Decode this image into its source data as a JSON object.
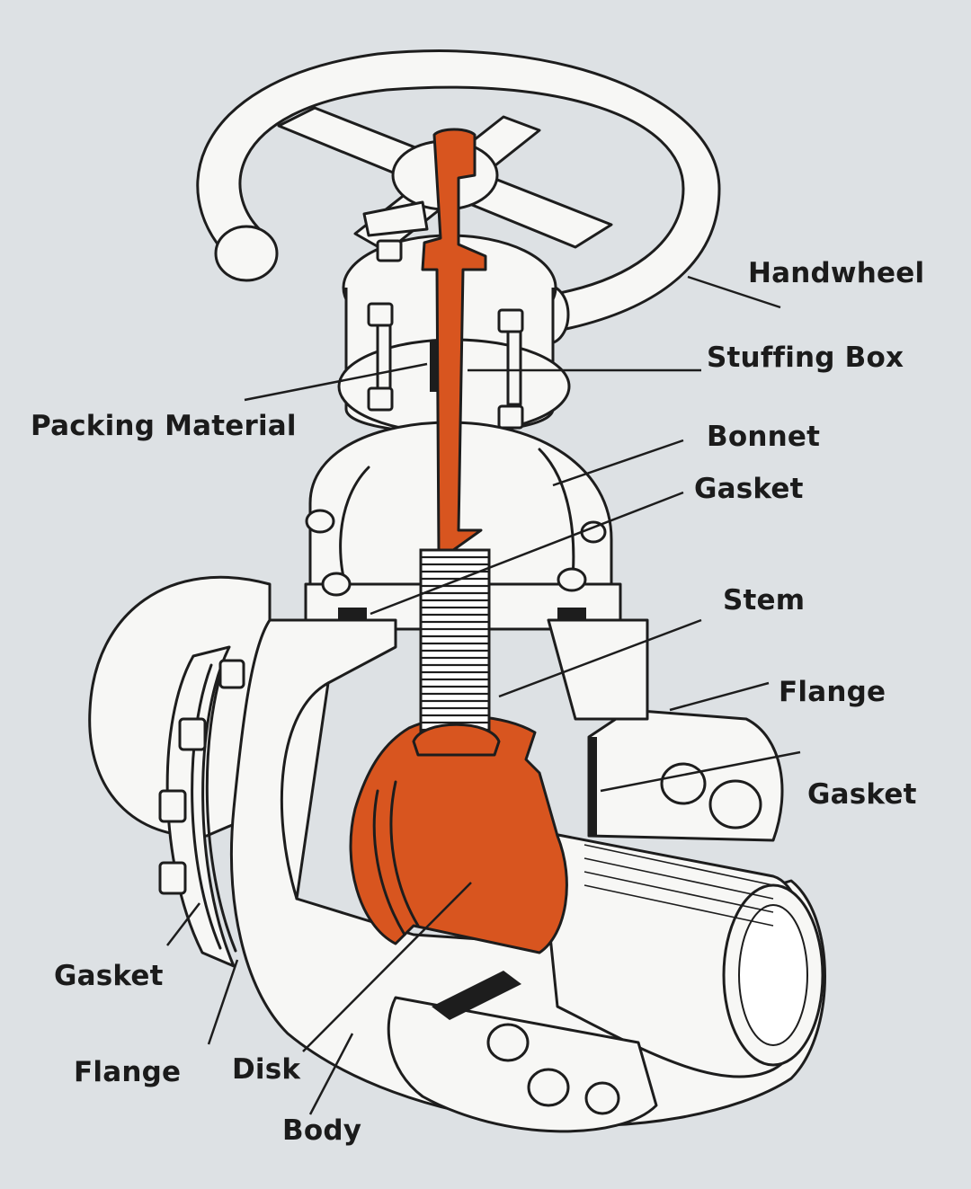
{
  "colors": {
    "background": "#dde1e4",
    "highlight": "#d8551f",
    "line": "#1d1d1d",
    "part_fill": "#f7f7f5"
  },
  "labels": {
    "handwheel": "Handwheel",
    "stuffing_box": "Stuffing Box",
    "packing_material": "Packing Material",
    "bonnet": "Bonnet",
    "gasket_bonnet": "Gasket",
    "stem": "Stem",
    "flange_right": "Flange",
    "gasket_right": "Gasket",
    "gasket_left": "Gasket",
    "flange_left": "Flange",
    "disk": "Disk",
    "body": "Body"
  }
}
